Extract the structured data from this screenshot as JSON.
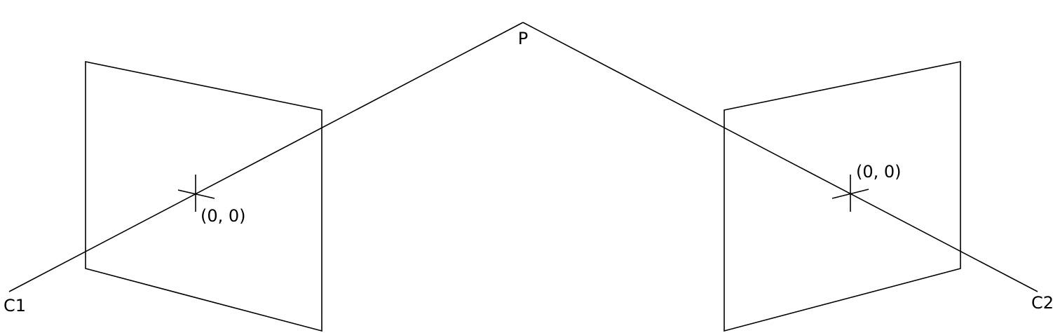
{
  "labels": {
    "point": "P",
    "camera_left": "C1",
    "camera_right": "C2",
    "origin_left": "(0, 0)",
    "origin_right": "(0, 0)"
  },
  "colors": {
    "line": "#000000",
    "background": "#ffffff"
  }
}
